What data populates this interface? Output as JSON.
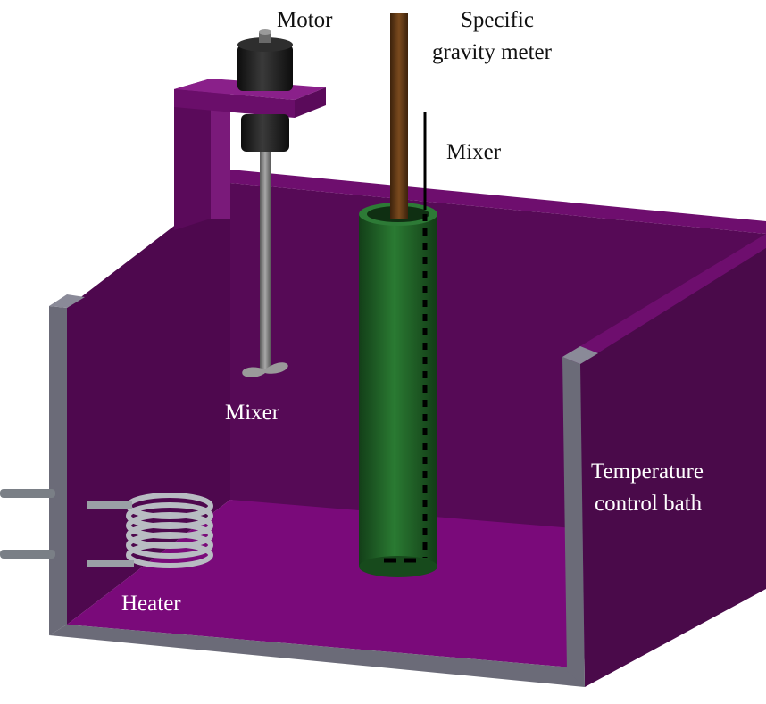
{
  "labels": {
    "motor": "Motor",
    "specific_gravity_line1": "Specific",
    "specific_gravity_line2": "gravity meter",
    "mixer_top": "Mixer",
    "mixer_bath": "Mixer",
    "temperature_line1": "Temperature",
    "temperature_line2": "control bath",
    "heater": "Heater"
  },
  "colors": {
    "bath_purple": "#560a56",
    "bath_floor": "#7a0a7a",
    "bath_side_purple": "#4a0a4a",
    "wall_gray": "#6b6b78",
    "cylinder_green": "#1f5a24",
    "gravity_meter_brown": "#5a3412",
    "motor_black": "#1e1e1e",
    "shaft_gray": "#8a8a8a",
    "coil_silver": "#b8bcc2"
  }
}
